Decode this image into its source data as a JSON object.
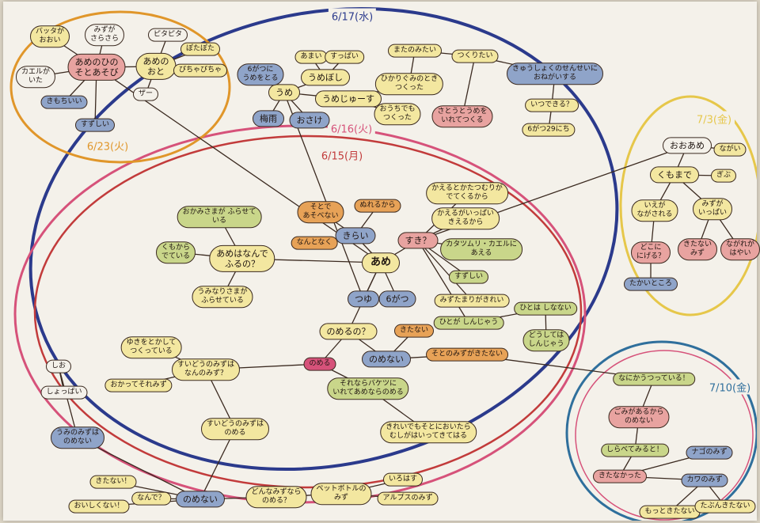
{
  "colors": {
    "paper": "#f4f1ea",
    "ink": "#3b2a20",
    "blue_ring": "#2b3a8c",
    "red_ring": "#c23b3b",
    "pink_ring": "#d6527a",
    "orange_ring": "#e0962a",
    "yellow_ring": "#e6c74a",
    "teal_ring": "#2f6f9c"
  },
  "dates": {
    "jun17": "6/17(水)",
    "jun16": "6/16(火)",
    "jun15": "6/15(月)",
    "jun23": "6/23(火)",
    "jun26": "7/3(金)",
    "jul10": "7/10(金)"
  },
  "center": "あめ",
  "nodes": {
    "ame": {
      "label": "あめ",
      "color": "#f3e7a0"
    },
    "tsuyu": {
      "label": "つゆ",
      "color": "#8fa4c9"
    },
    "rokugatsu": {
      "label": "6がつ",
      "color": "#8fa4c9"
    },
    "suki": {
      "label": "すき？",
      "color": "#e8a3a0"
    },
    "kirai": {
      "label": "きらい",
      "color": "#8fa4c9"
    },
    "nazedeteru": {
      "label": "そとで\nあそべない",
      "color": "#e7a257"
    },
    "nannakaku": {
      "label": "なんとなく",
      "color": "#e7a257"
    },
    "nurerukara": {
      "label": "ぬれるから",
      "color": "#e7a257"
    },
    "kaeru_tokatsu": {
      "label": "かえるとかたつむりが\nでてくるから",
      "color": "#f3e7a0"
    },
    "kaeru_kaerareru": {
      "label": "かえるがいっぱい\nきえるから",
      "color": "#f3e7a0"
    },
    "katatsumuri": {
      "label": "カタツムリ・カエルに\nあえる",
      "color": "#c9d68a"
    },
    "suzushii": {
      "label": "すずしい",
      "color": "#c9d68a"
    },
    "mizutamari": {
      "label": "みずたまりがきれい",
      "color": "#f3e7a0"
    },
    "hitoga": {
      "label": "ひとが しんじゃう",
      "color": "#c9d68a"
    },
    "hitowa": {
      "label": "ひとは しなない",
      "color": "#c9d68a"
    },
    "doushite": {
      "label": "どうしては\nしんじゃう",
      "color": "#c9d68a"
    },
    "amewa_nande": {
      "label": "あめはなんで\nふるの？",
      "color": "#f3e7a0"
    },
    "okamisama": {
      "label": "おかみさまが ふらせて\nいる",
      "color": "#c9d68a"
    },
    "kumokara": {
      "label": "くもから\nでている",
      "color": "#c9d68a"
    },
    "umi_nari": {
      "label": "うみなりさまが\nふらせている",
      "color": "#f3e7a0"
    },
    "nomeru": {
      "label": "のめるの？",
      "color": "#f3e7a0"
    },
    "kitanai": {
      "label": "きたない",
      "color": "#e7a257"
    },
    "nomenai_c": {
      "label": "のめない",
      "color": "#8fa4c9"
    },
    "nomeru2": {
      "label": "のめる",
      "color": "#d6527a"
    },
    "sotono": {
      "label": "そとのみずがきたない",
      "color": "#e7a257"
    },
    "sorena": {
      "label": "それならバケツに\nいれてあめならのめる",
      "color": "#c9d68a"
    },
    "kirei": {
      "label": "きれいでもそとにおいたら\nむしがはいってきてはる",
      "color": "#f3e7a0"
    },
    "yuki": {
      "label": "ゆきをとかして\nつくっている",
      "color": "#f3e7a0"
    },
    "omizu": {
      "label": "おかってそれみず",
      "color": "#f3e7a0"
    },
    "suidou_nani": {
      "label": "すいどうのみずは\nなんのみず？",
      "color": "#f3e7a0"
    },
    "suidou_nomeru": {
      "label": "すいどうのみずは\nのめる",
      "color": "#f3e7a0"
    },
    "shio": {
      "label": "しお",
      "color": "#f4f1ea"
    },
    "shoppai": {
      "label": "しょっぱい",
      "color": "#f4f1ea"
    },
    "uminomizu": {
      "label": "うみのみずは\nのめない",
      "color": "#8fa4c9"
    },
    "kitanai2": {
      "label": "きたない！",
      "color": "#f3e7a0"
    },
    "oishikunai": {
      "label": "おいしくない！",
      "color": "#f3e7a0"
    },
    "nande": {
      "label": "なんで？",
      "color": "#f3e7a0"
    },
    "nomenai_b": {
      "label": "のめない",
      "color": "#8fa4c9"
    },
    "donnamizu": {
      "label": "どんなみずなら\nのめる？",
      "color": "#f3e7a0"
    },
    "petbottle": {
      "label": "ペットボトルの\nみず",
      "color": "#f3e7a0"
    },
    "iroha": {
      "label": "いろはす",
      "color": "#f3e7a0"
    },
    "alps": {
      "label": "アルプスのみず",
      "color": "#f3e7a0"
    },
    "ume": {
      "label": "うめ",
      "color": "#f3e7a0"
    },
    "rokugatsu_ume": {
      "label": "6がつに\nうめをとる",
      "color": "#8fa4c9"
    },
    "tsuyu2": {
      "label": "梅雨",
      "color": "#8fa4c9"
    },
    "osake": {
      "label": "おさけ",
      "color": "#8fa4c9"
    },
    "amai": {
      "label": "あまい",
      "color": "#f3e7a0"
    },
    "suppai": {
      "label": "すっぱい",
      "color": "#f3e7a0"
    },
    "umeboshi": {
      "label": "うめぼし",
      "color": "#f3e7a0"
    },
    "umejuice": {
      "label": "うめじゅーす",
      "color": "#f3e7a0"
    },
    "hikari": {
      "label": "ひかりぐみのとき\nつくった",
      "color": "#f3e7a0"
    },
    "ouchi": {
      "label": "おうちでも\nつくった",
      "color": "#f3e7a0"
    },
    "taenomie": {
      "label": "またのみたい",
      "color": "#f3e7a0"
    },
    "tsukuritai": {
      "label": "つくりたい",
      "color": "#f3e7a0"
    },
    "satou": {
      "label": "さとうとうめを\nいれてつくる",
      "color": "#e8a3a0"
    },
    "kyuushoku": {
      "label": "きゅうしょくのせんせいに\nおねがいする",
      "color": "#8fa4c9"
    },
    "itsu": {
      "label": "いつできる？",
      "color": "#f3e7a0"
    },
    "rokugatsu29": {
      "label": "6がつ29にち",
      "color": "#f3e7a0"
    },
    "amenohi": {
      "label": "あめのひの\nそとあそび",
      "color": "#e8a3a0"
    },
    "ametonooto": {
      "label": "あめの\nおと",
      "color": "#f3e7a0"
    },
    "batta": {
      "label": "バッタが\nおおい",
      "color": "#f3e7a0"
    },
    "mizusara": {
      "label": "みずが\nさらさら",
      "color": "#f4f1ea"
    },
    "pita": {
      "label": "ピタピタ",
      "color": "#f4f1ea"
    },
    "potapota": {
      "label": "ぽたぽた",
      "color": "#f3e7a0"
    },
    "picha": {
      "label": "ぴちゃぴちゃ",
      "color": "#f3e7a0"
    },
    "zaa": {
      "label": "ザー",
      "color": "#f4f1ea"
    },
    "kaeru_ga": {
      "label": "カエルが\nいた",
      "color": "#f4f1ea"
    },
    "kimochi": {
      "label": "きもちいい",
      "color": "#8fa4c9"
    },
    "suzushii2": {
      "label": "すずしい",
      "color": "#8fa4c9"
    },
    "ooame": {
      "label": "おおあめ",
      "color": "#f4f1ea"
    },
    "nagai": {
      "label": "ながい",
      "color": "#f3e7a0"
    },
    "kumomoto": {
      "label": "くもまで",
      "color": "#f3e7a0"
    },
    "gibu": {
      "label": "ぎぶ",
      "color": "#f3e7a0"
    },
    "iega": {
      "label": "いえが\nながされる",
      "color": "#f3e7a0"
    },
    "mizuga_ippai": {
      "label": "みずが\nいっぱい",
      "color": "#f3e7a0"
    },
    "dokoni": {
      "label": "どこに\nにげる？",
      "color": "#e8a3a0"
    },
    "kitanai3": {
      "label": "きたない\nみず",
      "color": "#e8a3a0"
    },
    "nagareru": {
      "label": "ながれが\nはやい",
      "color": "#e8a3a0"
    },
    "takai": {
      "label": "たかいところ",
      "color": "#8fa4c9"
    },
    "nanika": {
      "label": "なにかうつっている！",
      "color": "#c9d68a"
    },
    "gomiga": {
      "label": "ごみがあるから\nのめない",
      "color": "#e8a3a0"
    },
    "shirabete": {
      "label": "しらべてみると！",
      "color": "#c9d68a"
    },
    "kitanakatta": {
      "label": "きたなかった",
      "color": "#e8a3a0"
    },
    "yoshi": {
      "label": "ナゴのみず",
      "color": "#8fa4c9"
    },
    "kawa": {
      "label": "カワのみず",
      "color": "#8fa4c9"
    },
    "mottomo": {
      "label": "もっときたない",
      "color": "#f3e7a0"
    },
    "tabun": {
      "label": "たぶんきたない",
      "color": "#f3e7a0"
    }
  }
}
